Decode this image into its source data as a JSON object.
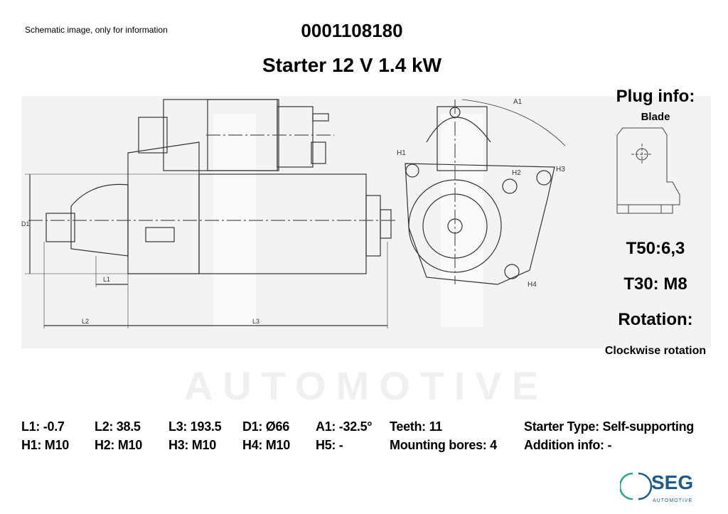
{
  "header": {
    "note": "Schematic image, only for information",
    "part_number": "0001108180",
    "product_title": "Starter 12 V 1.4 kW"
  },
  "drawing_labels": {
    "a1": "A1",
    "h1": "H1",
    "h2": "H2",
    "h3": "H3",
    "h4": "H4",
    "d1": "D1",
    "l1": "L1",
    "l2": "L2",
    "l3": "L3"
  },
  "plug": {
    "heading": "Plug info:",
    "type": "Blade",
    "t50": "T50:6,3",
    "t30": "T30: M8",
    "rotation_heading": "Rotation:",
    "rotation": "Clockwise rotation"
  },
  "specs": {
    "row1": [
      "L1: -0.7",
      "L2: 38.5",
      "L3: 193.5",
      "D1: Ø66",
      "A1: -32.5°",
      "Teeth: 11",
      "Starter Type:  Self-supporting"
    ],
    "row2": [
      "H1: M10",
      "H2: M10",
      "H3: M10",
      "H4: M10",
      "H5: -",
      "Mounting bores: 4",
      "Addition info: -"
    ]
  },
  "logo": {
    "brand": "SEG",
    "sub": "AUTOMOTIVE",
    "color": "#1d5c8a",
    "ring": "#2aa58a"
  },
  "watermark": {
    "text": "AUTOMOTIVE"
  }
}
